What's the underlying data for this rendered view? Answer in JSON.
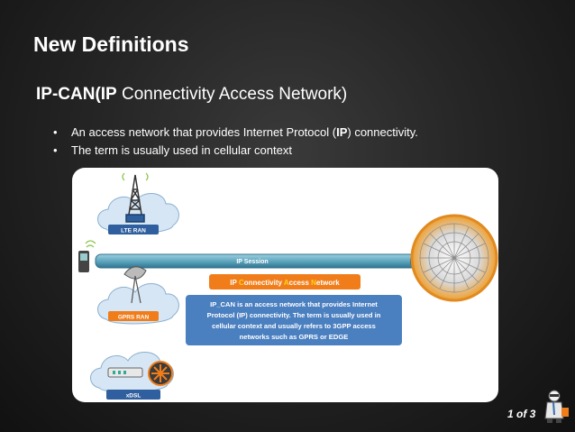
{
  "slide": {
    "title": "New Definitions",
    "subtitle_abbr": "IP-CAN(IP",
    "subtitle_rest": " Connectivity Access Network)",
    "bullets": [
      {
        "before": "An access network that provides Internet Protocol (",
        "bold": "IP",
        "after": ") connectivity."
      },
      {
        "before": "The term is usually used in cellular context",
        "bold": "",
        "after": ""
      }
    ],
    "page_indicator": "1 of 3"
  },
  "diagram": {
    "lte_label": "LTE RAN",
    "gprs_label": "GPRS RAN",
    "xdsl_label": "xDSL",
    "session_label": "IP Session",
    "ipcan_letters": [
      "IP ",
      "C",
      "onnectivity ",
      "A",
      "ccess ",
      "N",
      "etwork"
    ],
    "description_lines": [
      "IP_CAN is an access network that provides Internet",
      "Protocol (IP) connectivity. The term is usually used in",
      "cellular context and usually refers to 3GPP access",
      "networks such as GPRS or EDGE"
    ],
    "colors": {
      "cloud": "#d6e6f4",
      "tube": "#5fa7bf",
      "orange": "#f07d1a",
      "description_box": "#4a7fc0",
      "label_blue": "#2f5f9e",
      "highlight_letter": "#ffd21a"
    }
  }
}
